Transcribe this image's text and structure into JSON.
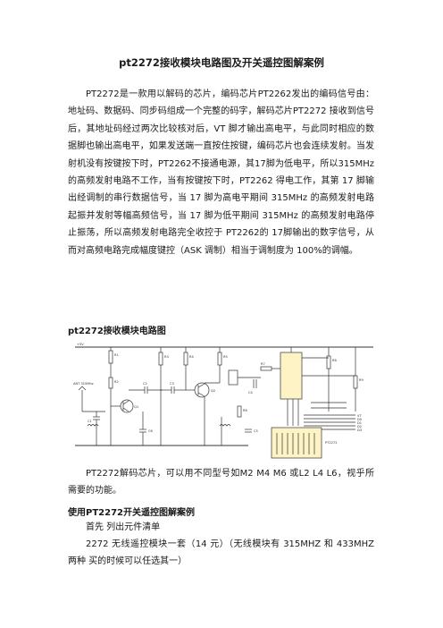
{
  "document": {
    "title": "pt2272接收模块电路图及开关遥控图解案例",
    "intro_paragraph": "PT2272是一款用以解码的芯片，编码芯片PT2262发出的编码信号由：地址码、数据码、同步码组成一个完整的码字，解码芯片PT2272 接收到信号后，其地址码经过两次比较核对后，VT 脚才输出高电平，与此同时相应的数据脚也输出高电平，如果发送端一直按住按键，编码芯片也会连续发射。当发射机没有按键按下时，PT2262不接通电源，其17脚为低电平，所以315MHz的高频发射电路不工作，当有按键按下时，PT2262 得电工作，其第 17 脚输出经调制的串行数据信号，当 17 脚为高电平期间 315MHz 的高频发射电路起振并发射等幅高频信号，当 17 脚为低平期间 315MHz 的高频发射电路停止振荡，所以高频发射电路完全收控于 PT2262的 17脚输出的数字信号，从而对高频电路完成幅度键控（ASK 调制）相当于调制度为 100%的调幅。",
    "section1_heading": "pt2272接收模块电路图",
    "circuit_caption": "PT2272解码芯片，可以用不同型号如M2 M4 M6 或L2 L4 L6，视乎所需要的功能。",
    "section2_heading": "使用PT2272开关遥控图解案例",
    "list_intro": "首先 列出元件清单",
    "list_item_1": "2272 无线遥控模块一套（14 元）（无线模块有 315MHZ 和 433MHZ两种 买的时候可以任选其一）"
  },
  "circuit_labels": {
    "supply": "+5V",
    "antenna": "ANT 315Mhz",
    "chip": "PT2272",
    "vt": "VT",
    "outputs": [
      "D0",
      "D1",
      "D2",
      "D3"
    ],
    "resistors": [
      "R1",
      "R2",
      "R3",
      "R4",
      "R5",
      "R6",
      "R7",
      "R8",
      "R9"
    ],
    "capacitors": [
      "C1",
      "C2",
      "C3",
      "C4",
      "C5",
      "C6"
    ],
    "transistors": [
      "Q1",
      "Q2"
    ]
  },
  "colors": {
    "text": "#1a1a1a",
    "chip_fill": "#fdf3c4",
    "wire": "#333333"
  }
}
